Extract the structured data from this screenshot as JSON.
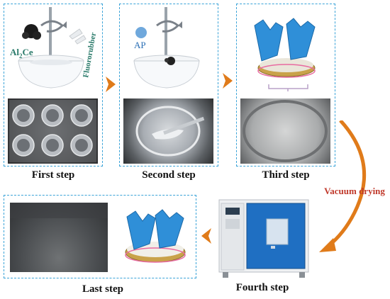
{
  "steps": {
    "first": {
      "label": "First step"
    },
    "second": {
      "label": "Second step"
    },
    "third": {
      "label": "Third step"
    },
    "fourth": {
      "label": "Fourth step"
    },
    "last": {
      "label": "Last step"
    }
  },
  "transition": {
    "label": "Vacuum drying"
  },
  "ingredients": {
    "al_prefix": "Al",
    "al_sub": "2",
    "al_suffix": "Ce",
    "fluororubber": "Fluororubber",
    "ap": "AP"
  },
  "colors": {
    "panel_border": "#3aa3d8",
    "arrow": "#e07b1a",
    "vacuum_label": "#c0392b",
    "glove": "#2f8fd8"
  }
}
